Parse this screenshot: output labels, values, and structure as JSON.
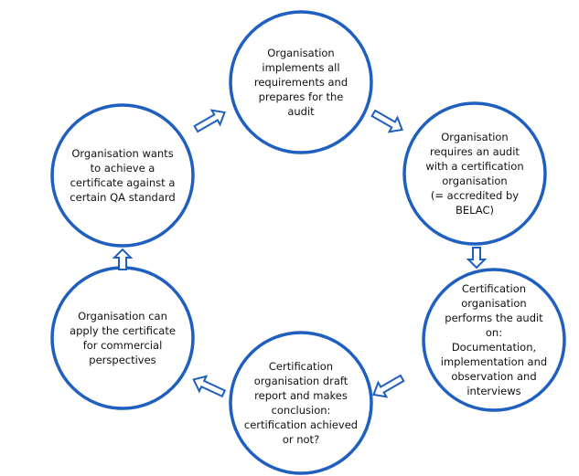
{
  "colors": {
    "stroke": "#1f5fbf",
    "fill": "#ffffff",
    "text": "#111111"
  },
  "steps": [
    {
      "id": "want",
      "text": "Organisation wants\nto achieve a\ncertificate against a\ncertain QA standard"
    },
    {
      "id": "implement",
      "text": "Organisation\nimplements all\nrequirements and\nprepares for the\naudit"
    },
    {
      "id": "request",
      "text": "Organisation\nrequires an audit\nwith a certification\norganisation\n(= accredited by\nBELAC)"
    },
    {
      "id": "perform",
      "text": "Certification\norganisation\nperforms the audit\non:\nDocumentation,\nimplementation and\nobservation and\ninterviews"
    },
    {
      "id": "report",
      "text": "Certification\norganisation draft\nreport and makes\nconclusion:\ncertification achieved\nor not?"
    },
    {
      "id": "apply",
      "text": "Organisation can\napply the certificate\nfor commercial\nperspectives"
    }
  ],
  "arrows": [
    {
      "from": "want",
      "to": "implement",
      "icon": "arrow-up-right"
    },
    {
      "from": "implement",
      "to": "request",
      "icon": "arrow-down-right"
    },
    {
      "from": "request",
      "to": "perform",
      "icon": "arrow-down"
    },
    {
      "from": "perform",
      "to": "report",
      "icon": "arrow-down-left"
    },
    {
      "from": "report",
      "to": "apply",
      "icon": "arrow-left"
    },
    {
      "from": "apply",
      "to": "want",
      "icon": "arrow-up"
    }
  ]
}
